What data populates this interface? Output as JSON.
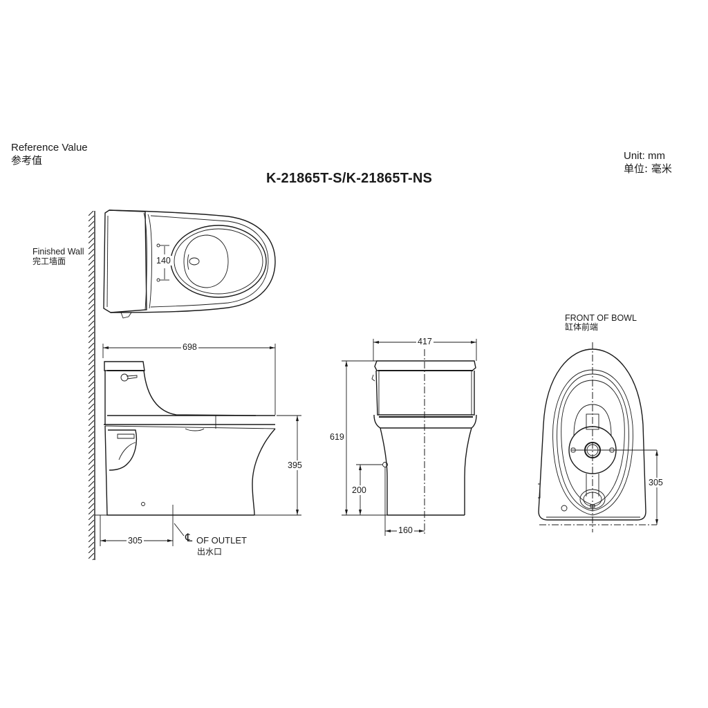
{
  "header": {
    "reference_label_en": "Reference Value",
    "reference_label_zh": "参考值",
    "model_title": "K-21865T-S/K-21865T-NS",
    "unit_label_en": "Unit: mm",
    "unit_label_zh": "单位: 毫米"
  },
  "views": {
    "top_view": {
      "wall_label_en": "Finished Wall",
      "wall_label_zh": "完工墙面",
      "seat_bolt_spacing": "140"
    },
    "side_view": {
      "overall_length": "698",
      "rim_height": "395",
      "rough_in": "305",
      "outlet_symbol": "℄",
      "outlet_label_en": "OF OUTLET",
      "outlet_label_zh": "出水口"
    },
    "front_view": {
      "overall_width": "417",
      "overall_height": "619",
      "supply_height": "200",
      "supply_offset": "160"
    },
    "bottom_view": {
      "front_label_en": "FRONT OF BOWL",
      "front_label_zh": "缸体前端",
      "outlet_distance": "305"
    }
  },
  "colors": {
    "line": "#1a1a1a",
    "background": "#ffffff"
  }
}
